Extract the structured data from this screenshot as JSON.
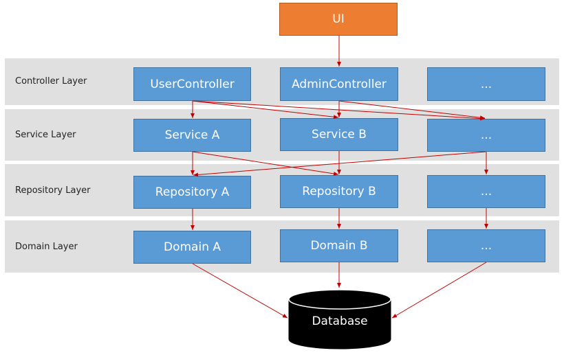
{
  "ui": {
    "label": "UI"
  },
  "layers": [
    {
      "label": "Controller Layer",
      "boxes": [
        "UserController",
        "AdminController",
        "..."
      ]
    },
    {
      "label": "Service Layer",
      "boxes": [
        "Service A",
        "Service B",
        "..."
      ]
    },
    {
      "label": "Repository Layer",
      "boxes": [
        "Repository A",
        "Repository B",
        "..."
      ]
    },
    {
      "label": "Domain Layer",
      "boxes": [
        "Domain A",
        "Domain B",
        "..."
      ]
    }
  ],
  "database": {
    "label": "Database"
  },
  "colors": {
    "ui_fill": "#ed7d31",
    "box_fill": "#5b9bd5",
    "band_fill": "#e0e0e0",
    "arrow": "#c00000",
    "database_fill": "#000000"
  }
}
